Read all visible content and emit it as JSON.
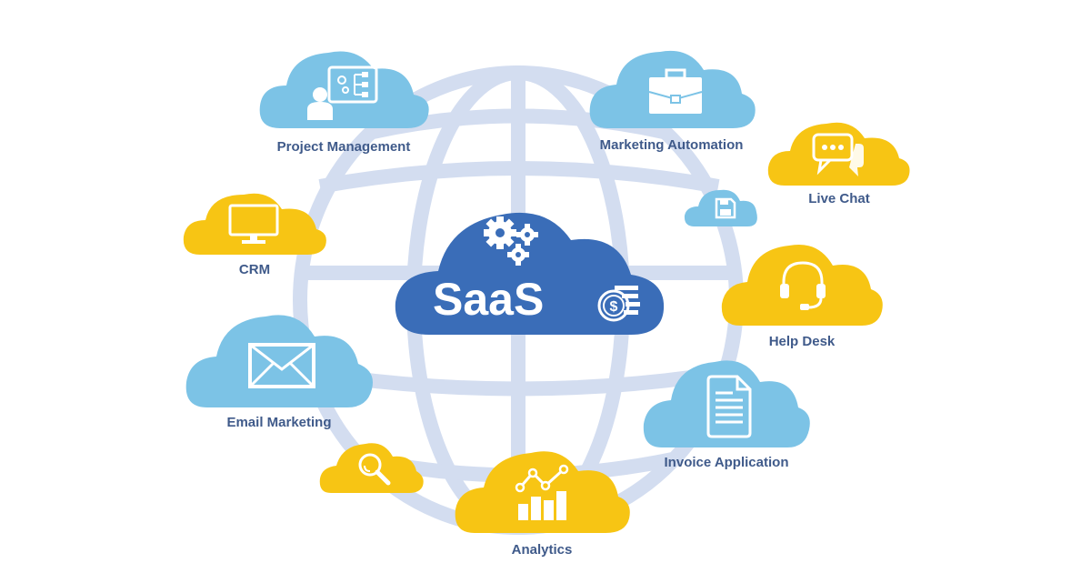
{
  "diagram": {
    "center": {
      "label": "SaaS",
      "color": "#3a6db8"
    },
    "nodes": [
      {
        "id": "project-management",
        "label": "Project Management",
        "color": "#7cc3e6"
      },
      {
        "id": "marketing-automation",
        "label": "Marketing Automation",
        "color": "#7cc3e6"
      },
      {
        "id": "live-chat",
        "label": "Live Chat",
        "color": "#f7c514"
      },
      {
        "id": "crm",
        "label": "CRM",
        "color": "#f7c514"
      },
      {
        "id": "help-desk",
        "label": "Help Desk",
        "color": "#f7c514"
      },
      {
        "id": "email-marketing",
        "label": "Email Marketing",
        "color": "#7cc3e6"
      },
      {
        "id": "invoice-application",
        "label": "Invoice Application",
        "color": "#7cc3e6"
      },
      {
        "id": "analytics",
        "label": "Analytics",
        "color": "#f7c514"
      },
      {
        "id": "search",
        "label": "",
        "color": "#f7c514"
      },
      {
        "id": "storage",
        "label": "",
        "color": "#7cc3e6"
      }
    ],
    "globe_color": "#d3ddf0",
    "label_color": "#3f5a8a"
  }
}
